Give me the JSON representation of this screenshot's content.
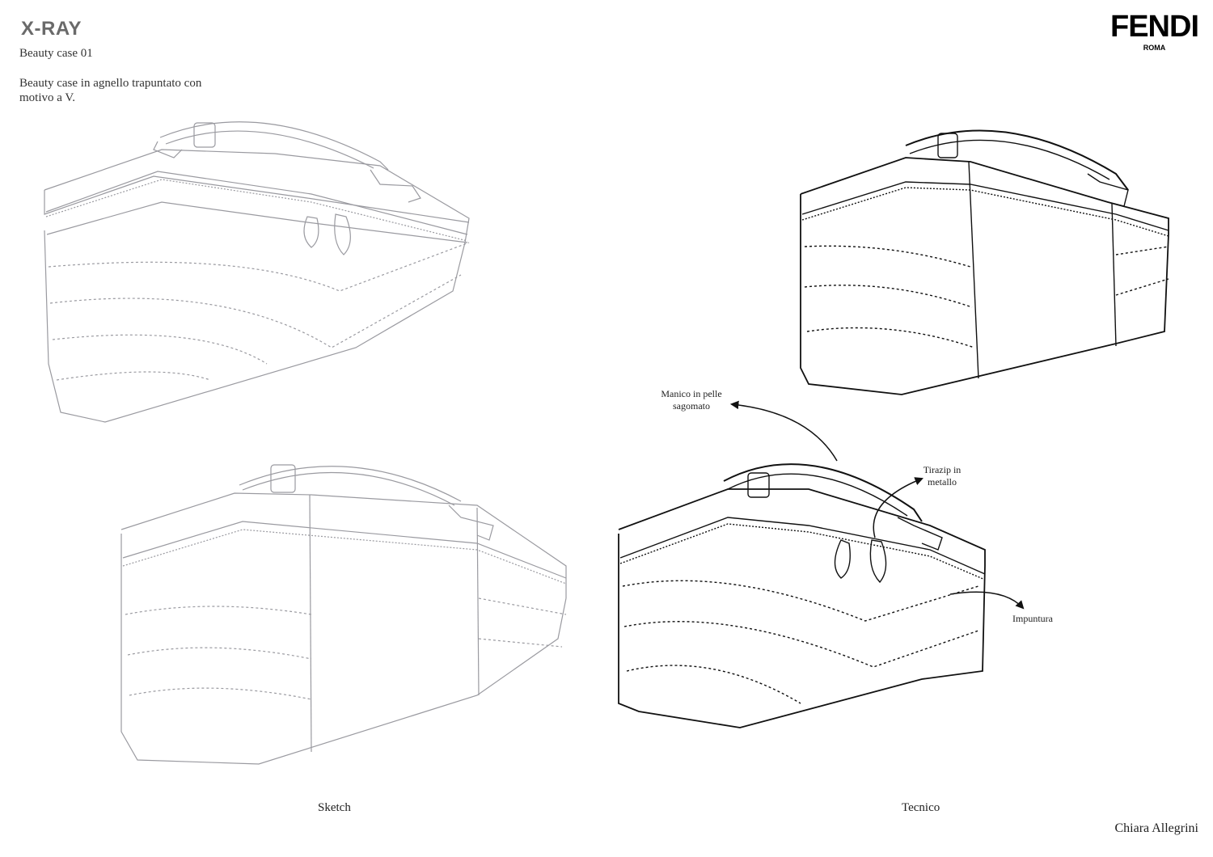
{
  "header": {
    "collection_title": "X-RAY",
    "product_code": "Beauty case 01",
    "description": "Beauty case in agnello trapuntato con motivo a V."
  },
  "brand": {
    "name": "FENDI",
    "city": "ROMA"
  },
  "captions": {
    "sketch": "Sketch",
    "technical": "Tecnico"
  },
  "annotations": {
    "handle": "Manico in pelle sagomato",
    "zip_puller": "Tirazip in metallo",
    "stitching": "Impuntura"
  },
  "footer": {
    "author": "Chiara Allegrini"
  },
  "colors": {
    "sketch_line": "#9a9aa0",
    "technical_line": "#111111",
    "title_grey": "#6a6a6a"
  }
}
